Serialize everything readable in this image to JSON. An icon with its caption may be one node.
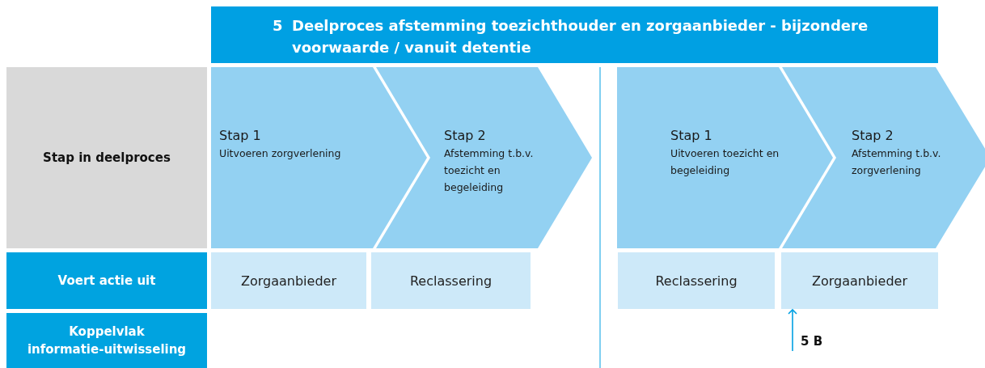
{
  "diagram": {
    "nodes": [
      {
        "text": [
          "5",
          "Deelproces afstemming toezichthouder en zorgaanbieder - bijzondere voorwaarde / vanuit detentie"
        ]
      },
      {
        "text": [
          "Stap in deelproces"
        ]
      },
      {
        "text": [
          "Voert actie uit"
        ]
      },
      {
        "text": [
          "Koppelvlak informatie-uitwisseling"
        ]
      },
      {
        "text": [
          "Stap 1",
          "Uitvoeren zorgverlening"
        ]
      },
      {
        "text": [
          "Stap 2",
          "Afstemming t.b.v. toezicht en begeleiding"
        ]
      },
      {
        "text": [
          "Stap 1",
          "Uitvoeren toezicht en begeleiding"
        ]
      },
      {
        "text": [
          "Stap 2",
          "Afstemming t.b.v. zorgverlening"
        ]
      },
      {
        "text": [
          "Zorgaanbieder"
        ]
      },
      {
        "text": [
          "Reclassering"
        ]
      },
      {
        "text": [
          "Reclassering"
        ]
      },
      {
        "text": [
          "Zorgaanbieder"
        ]
      },
      {
        "text": [
          "5 B"
        ]
      }
    ],
    "edges": [
      {
        "from": 12,
        "to": 11,
        "arrow": "to"
      }
    ]
  }
}
